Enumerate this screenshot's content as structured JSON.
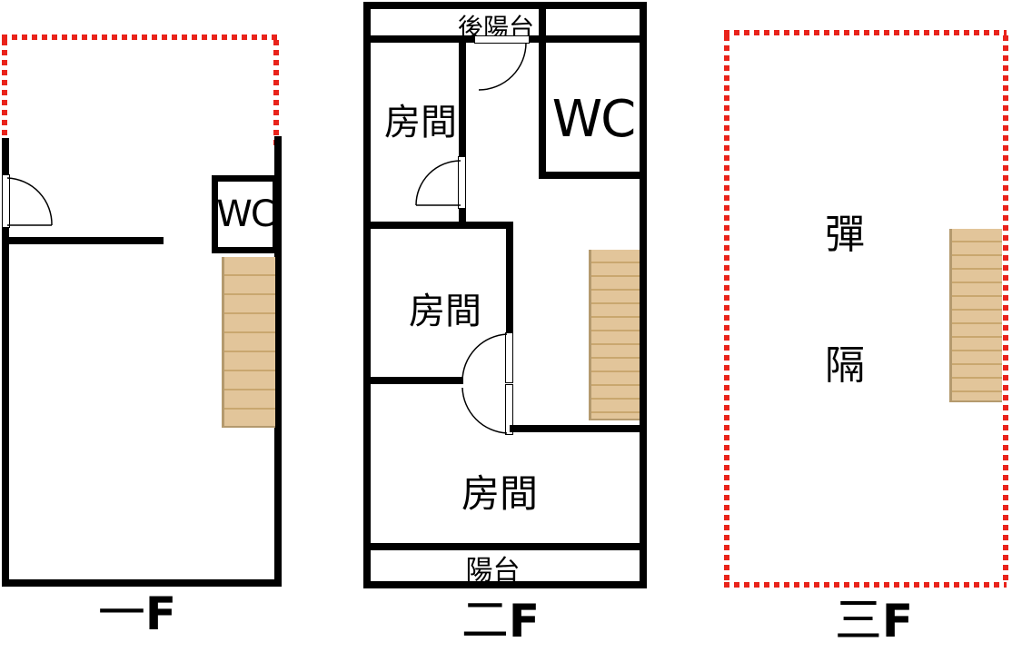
{
  "floor1": {
    "floor_label_cn": "一",
    "floor_label_f": "F",
    "wc_label": "WC"
  },
  "floor2": {
    "floor_label_cn": "二",
    "floor_label_f": "F",
    "rear_balcony_label": "後陽台",
    "room1_label": "房間",
    "wc_label": "WC",
    "room2_label": "房間",
    "room3_label": "房間",
    "balcony_label": "陽台"
  },
  "floor3": {
    "floor_label_cn": "三",
    "floor_label_f": "F",
    "note_char_1": "彈",
    "note_char_2": "隔"
  },
  "colors": {
    "wall": "#000000",
    "red_outline": "#e9231b",
    "stair_fill": "#e2c59a",
    "stair_divider": "#c9a76f",
    "stair_edge": "#b49a6e"
  }
}
